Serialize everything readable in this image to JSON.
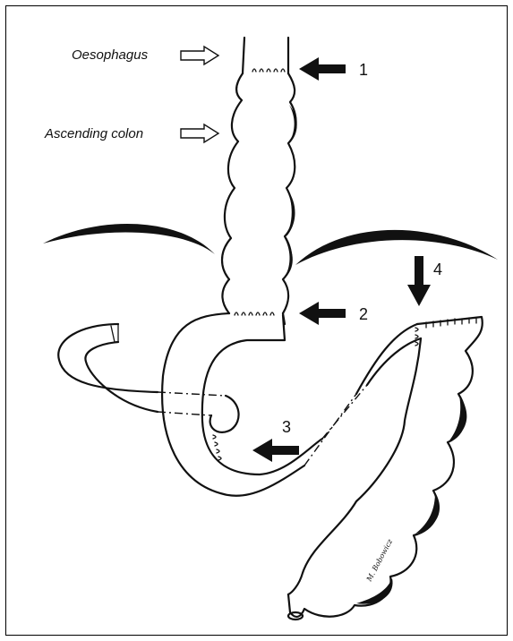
{
  "labels": {
    "oesophagus": "Oesophagus",
    "ascending_colon": "Ascending colon"
  },
  "markers": {
    "m1": "1",
    "m2": "2",
    "m3": "3",
    "m4": "4"
  },
  "signature": "M. Bobowicz",
  "colors": {
    "ink": "#111111",
    "background": "#ffffff"
  }
}
